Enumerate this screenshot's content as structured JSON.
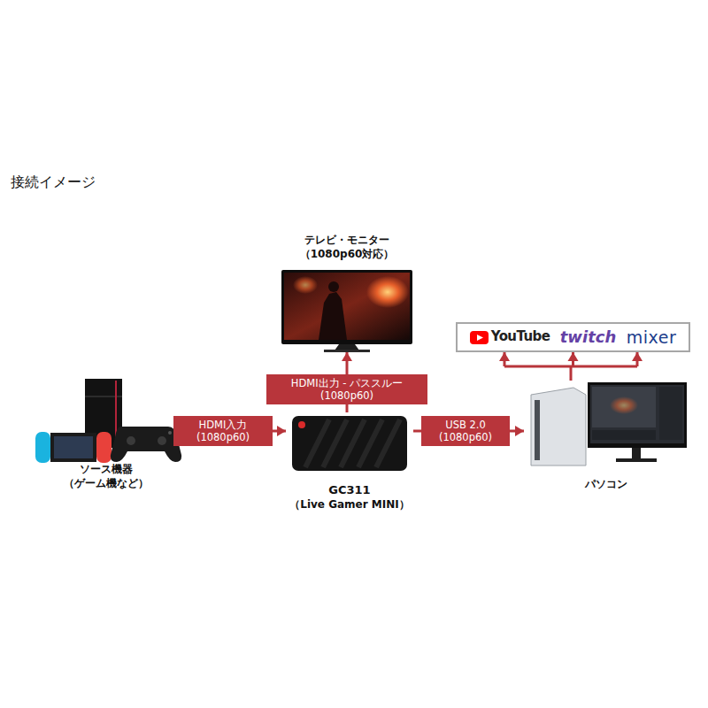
{
  "diagram": {
    "title": "接続イメージ",
    "nodes": [
      {
        "text": [
          "ソース機器",
          "（ゲーム機など）"
        ]
      },
      {
        "text": [
          "GC311",
          "（Live Gamer MINI）"
        ]
      },
      {
        "text": [
          "テレビ・モニター",
          "（1080p60対応）"
        ]
      },
      {
        "text": [
          "パソコン"
        ]
      },
      {
        "text": [
          "YouTube",
          "twitch",
          "mixer"
        ]
      }
    ],
    "edges": [
      {
        "from": 0,
        "to": 1,
        "arrow": "to",
        "label": "HDMI入力 (1080p60)"
      },
      {
        "from": 1,
        "to": 2,
        "arrow": "to",
        "label": "HDMI出力 - パススルー (1080p60)"
      },
      {
        "from": 1,
        "to": 3,
        "arrow": "to",
        "label": "USB 2.0 (1080p60)"
      },
      {
        "from": 3,
        "to": 4,
        "arrow": "to"
      }
    ]
  }
}
